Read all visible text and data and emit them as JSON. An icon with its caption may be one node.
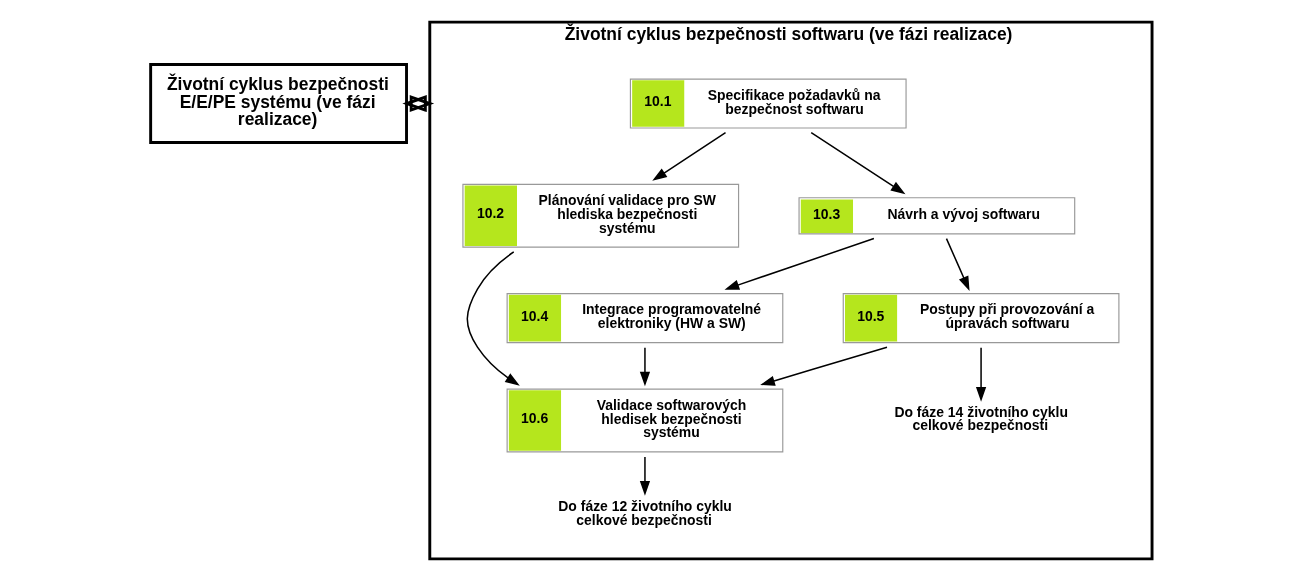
{
  "diagram": {
    "nodes": [
      {
        "text": [
          "Životní cyklus bezpečnosti E/E/PE systému (ve fázi realizace)"
        ]
      },
      {
        "text": [
          "Životní cyklus bezpečnosti softwaru (ve fázi realizace)"
        ]
      },
      {
        "text": [
          "10.1",
          "Specifikace požadavků na bezpečnost softwaru"
        ],
        "in": 1
      },
      {
        "text": [
          "10.2",
          "Plánování validace pro SW hlediska bezpečnosti systému"
        ],
        "in": 1
      },
      {
        "text": [
          "10.3",
          "Návrh a vývoj softwaru"
        ],
        "in": 1
      },
      {
        "text": [
          "10.4",
          "Integrace programovatelné elektroniky (HW a SW)"
        ],
        "in": 1
      },
      {
        "text": [
          "10.5",
          "Postupy při provozování a úpravách softwaru"
        ],
        "in": 1
      },
      {
        "text": [
          "10.6",
          "Validace softwarových hledisek bezpečnosti systému"
        ],
        "in": 1
      },
      {
        "text": [
          "Do fáze 12 životního cyklu celkové bezpečnosti"
        ],
        "in": 1
      },
      {
        "text": [
          "Do fáze 14 životního cyklu celkové bezpečnosti"
        ],
        "in": 1
      }
    ],
    "edges": [
      {
        "from": 0,
        "to": 1,
        "arrow": "to",
        "style": "thick"
      },
      {
        "from": 1,
        "to": 0,
        "arrow": "to",
        "style": "thick"
      },
      {
        "from": 2,
        "to": 3,
        "arrow": "to"
      },
      {
        "from": 2,
        "to": 4,
        "arrow": "to"
      },
      {
        "from": 4,
        "to": 5,
        "arrow": "to"
      },
      {
        "from": 4,
        "to": 6,
        "arrow": "to"
      },
      {
        "from": 3,
        "to": 7,
        "arrow": "to"
      },
      {
        "from": 5,
        "to": 7,
        "arrow": "to"
      },
      {
        "from": 6,
        "to": 7,
        "arrow": "to"
      },
      {
        "from": 7,
        "to": 8,
        "arrow": "to"
      },
      {
        "from": 6,
        "to": 9,
        "arrow": "to"
      }
    ]
  }
}
